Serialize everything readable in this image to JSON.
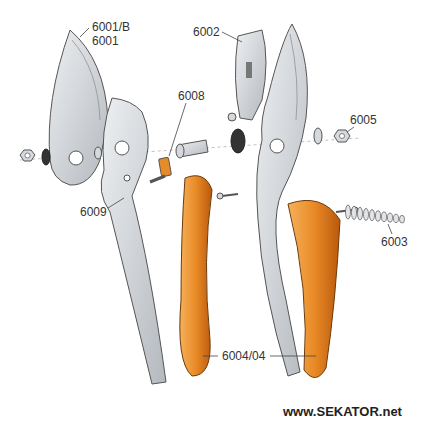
{
  "diagram": {
    "labels": [
      "6001/B",
      "6001",
      "6002",
      "6008",
      "6005",
      "6009",
      "6003",
      "6004/04",
      "www.SEKATOR.net"
    ]
  }
}
